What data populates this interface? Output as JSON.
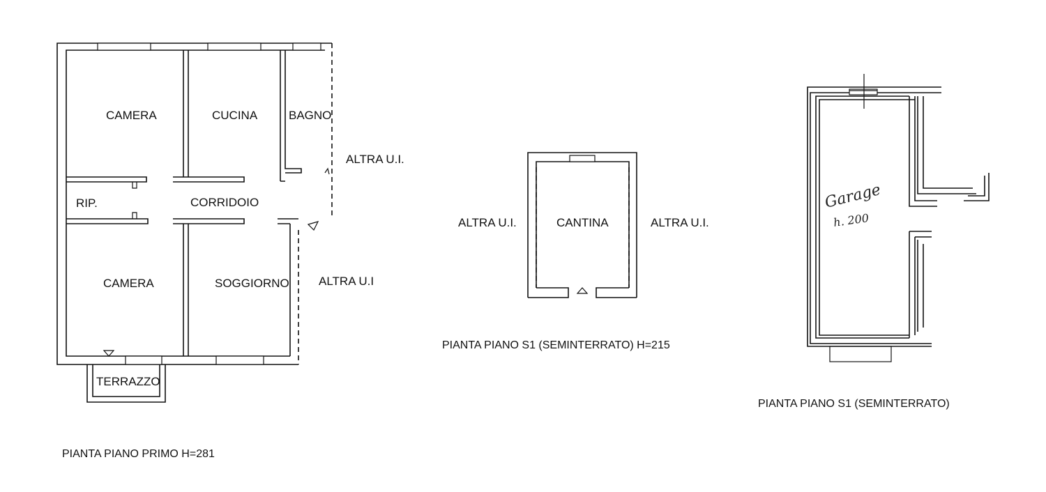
{
  "plans": {
    "first_floor": {
      "caption": "PIANTA PIANO PRIMO H=281",
      "rooms": {
        "camera_top": "CAMERA",
        "cucina": "CUCINA",
        "bagno": "BAGNO",
        "rip": "RIP.",
        "corridoio": "CORRIDOIO",
        "camera_bottom": "CAMERA",
        "soggiorno": "SOGGIORNO",
        "terrazzo": "TERRAZZO"
      },
      "neighbors": {
        "right_top": "ALTRA U.I.",
        "right_bottom": "ALTRA U.I"
      }
    },
    "cellar": {
      "caption": "PIANTA PIANO S1 (SEMINTERRATO) H=215",
      "room": "CANTINA",
      "neighbors": {
        "left": "ALTRA U.I.",
        "right": "ALTRA U.I."
      }
    },
    "garage": {
      "caption": "PIANTA PIANO S1 (SEMINTERRATO)",
      "note_line1": "Garage",
      "note_line2": "h. 200"
    }
  }
}
